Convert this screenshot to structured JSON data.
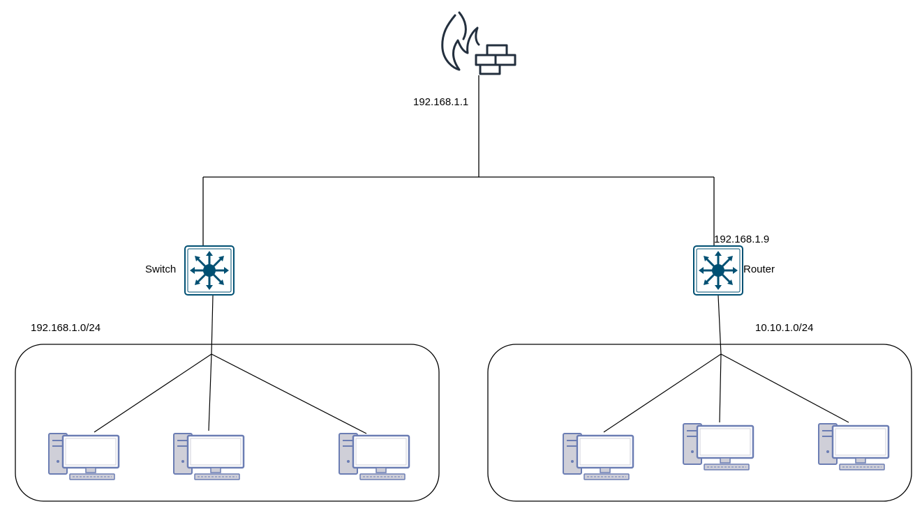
{
  "diagram": {
    "labels": {
      "firewall_ip": "192.168.1.1",
      "switch": "Switch",
      "router": "Router",
      "router_ip": "192.168.1.9",
      "left_subnet": "192.168.1.0/24",
      "right_subnet": "10.10.1.0/24"
    },
    "colors": {
      "firewall_icon": "#232f3e",
      "network_device_fill": "#ffffff",
      "network_device_border": "#005073",
      "network_device_icon": "#005073",
      "pc_body": "#cfcfd8",
      "pc_outline": "#6b7db3",
      "pc_screen": "#ffffff",
      "connector": "#000000",
      "group_border": "#000000"
    },
    "icons": {
      "firewall": "firewall-icon",
      "switch": "layer3-switch-icon",
      "router": "layer3-switch-icon",
      "pc": "desktop-pc-icon"
    }
  }
}
